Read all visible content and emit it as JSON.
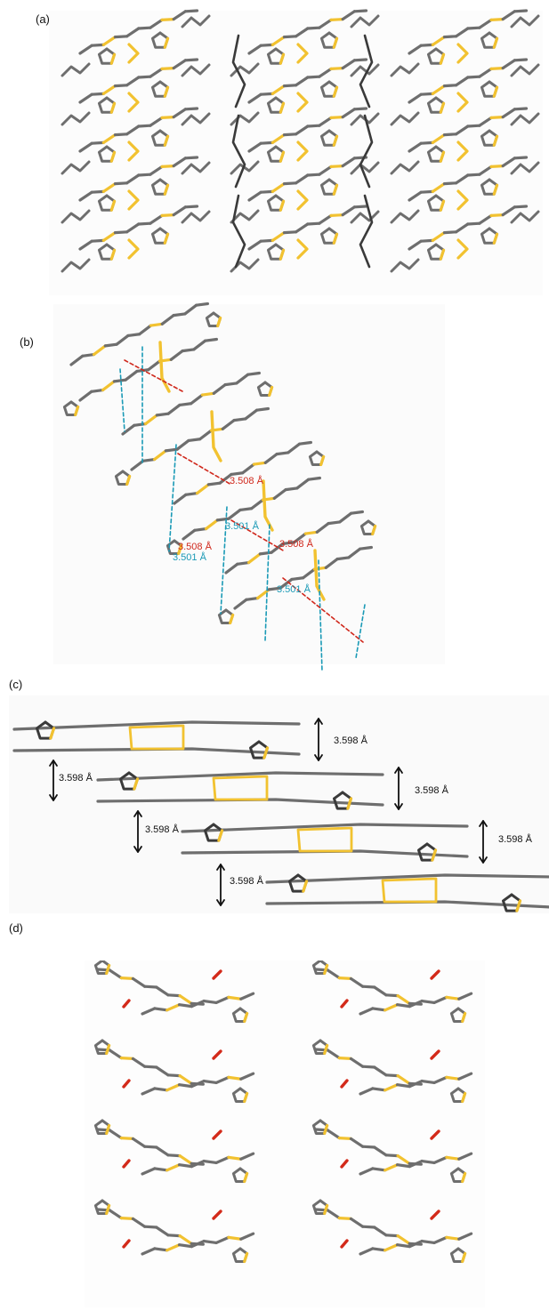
{
  "figure": {
    "panels": [
      {
        "label": "(a)"
      },
      {
        "label": "(b)"
      },
      {
        "label": "(c)"
      },
      {
        "label": "(d)"
      }
    ],
    "b_distances": {
      "red": "3.508 Å",
      "blue": "3.501 Å"
    },
    "c_distance": "3.598 Å"
  },
  "colors": {
    "carbon": "#6e6e6e",
    "carbon_dark": "#3a3a3a",
    "sulfur": "#f2c230",
    "oxygen": "#d32a1a",
    "red_contact": "#d0281c",
    "blue_contact": "#1a9ab6",
    "panel_bg": "#fafafa"
  }
}
